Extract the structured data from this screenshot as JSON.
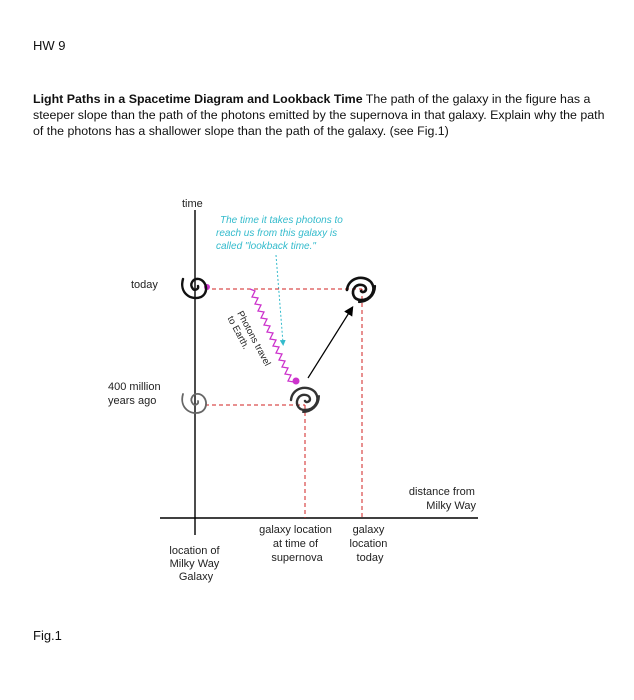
{
  "header": {
    "hw_label": "HW 9"
  },
  "problem": {
    "title": "Light Paths in a Spacetime Diagram and Lookback Time",
    "body": " The path of the galaxy in the figure has a steeper slope than the path of the photons emitted by the supernova in that galaxy. Explain why the path of the photons has a shallower slope than the path of the galaxy. (see Fig.1)"
  },
  "figure": {
    "time_axis_label": "time",
    "annotation": [
      "The time it takes photons to",
      "reach us from this galaxy is",
      "called \"lookback time.\""
    ],
    "today_label": "today",
    "past_label": [
      "400 million",
      "years ago"
    ],
    "photon_label": [
      "Photons travel",
      "to Earth."
    ],
    "distance_label": [
      "distance from",
      "Milky Way"
    ],
    "mw_location_label": [
      "location of",
      "Milky Way",
      "Galaxy"
    ],
    "galaxy_then_label": [
      "galaxy location",
      "at time of",
      "supernova"
    ],
    "galaxy_now_label": [
      "galaxy",
      "location",
      "today"
    ],
    "colors": {
      "photon": "#cc33cc",
      "annotation": "#33bbcc",
      "guide": "#d02020",
      "axis": "#000000"
    }
  },
  "fig_caption": "Fig.1"
}
